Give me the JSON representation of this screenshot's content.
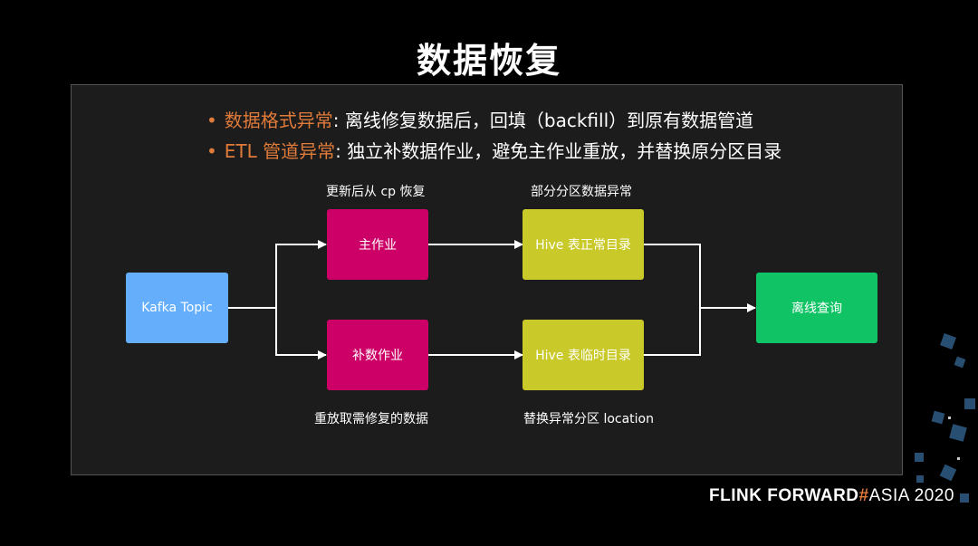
{
  "title": "数据恢复",
  "bullets": [
    {
      "key": "数据格式异常",
      "text": ": 离线修复数据后，回填（backfill）到原有数据管道"
    },
    {
      "key": "ETL 管道异常",
      "text": ": 独立补数据作业，避免主作业重放，并替换原分区目录"
    }
  ],
  "bullet_marker": "•",
  "nodes": {
    "kafka": "Kafka Topic",
    "main_job": "主作业",
    "backfill_job": "补数作业",
    "hive_normal": "Hive 表正常目录",
    "hive_temp": "Hive 表临时目录",
    "query": "离线查询"
  },
  "captions": {
    "top_left": "更新后从 cp 恢复",
    "top_right": "部分分区数据异常",
    "bottom_left": "重放取需修复的数据",
    "bottom_right": "替换异常分区 location"
  },
  "logo": {
    "part1": "FLINK",
    "part2": "FORWARD",
    "hash": "#",
    "part3": "ASIA 2020"
  },
  "colors": {
    "kafka": "#64aefc",
    "job": "#cc0066",
    "hive": "#c9c92a",
    "query": "#10c465",
    "accent": "#e07b3a",
    "panel": "#1c1c1c"
  }
}
